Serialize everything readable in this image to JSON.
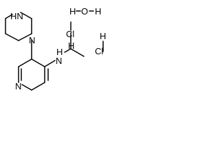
{
  "structure": {
    "atoms": {
      "piperazine_nh": "HN",
      "piperazine_n": "N",
      "amine_n": "N",
      "amine_h": "H",
      "pyridine_n": "N"
    },
    "water": {
      "h_left": "H",
      "o": "O",
      "h_right": "H"
    },
    "hcl_1": {
      "cl": "Cl",
      "h": "H"
    },
    "hcl_2": {
      "h": "H",
      "cl": "Cl"
    }
  }
}
